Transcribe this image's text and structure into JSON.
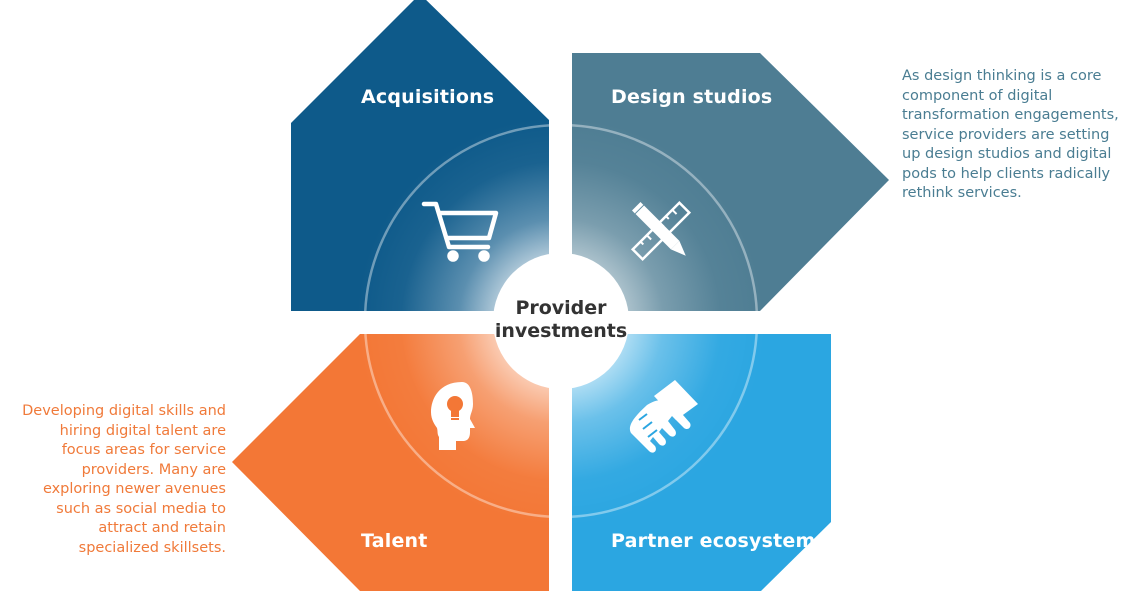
{
  "center": {
    "line1": "Provider",
    "line2": "investments"
  },
  "quadrants": [
    {
      "id": "acquisitions",
      "label": "Acquisitions",
      "color": "#0e5a8a",
      "icon": "shopping-cart-icon"
    },
    {
      "id": "design-studios",
      "label": "Design studios",
      "color": "#4e7d93",
      "icon": "pencil-ruler-icon"
    },
    {
      "id": "talent",
      "label": "Talent",
      "color": "#f37736",
      "icon": "head-lightbulb-icon"
    },
    {
      "id": "partner-ecosystem",
      "label": "Partner ecosystem",
      "color": "#2ba6e1",
      "icon": "handshake-icon"
    }
  ],
  "descriptions": {
    "design_studios": "As design thinking is a core component of digital transformation engagements, service providers are setting up design studios and digital pods to help clients radically rethink services.",
    "talent": "Developing digital skills and hiring digital talent are focus areas for service providers. Many are exploring newer avenues such as social media to attract and retain specialized skillsets."
  },
  "colors": {
    "description_design": "#4a7d92",
    "description_talent": "#f07a3a",
    "center_text": "#333333"
  }
}
